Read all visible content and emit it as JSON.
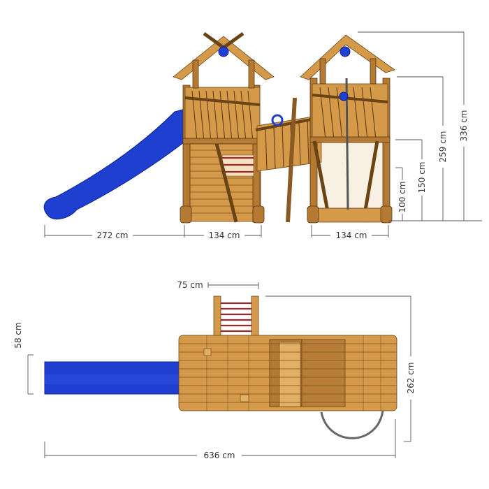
{
  "dimensions": {
    "side_view": {
      "slide_length": "272 cm",
      "tower1_width": "134 cm",
      "tower2_width": "134 cm",
      "height_total": "336 cm",
      "height_roof_eave": "259 cm",
      "height_platform": "150 cm",
      "height_bridge": "100 cm"
    },
    "top_view": {
      "ladder_width": "75 cm",
      "slide_width": "58 cm",
      "depth": "262 cm",
      "total_length": "636 cm"
    }
  },
  "colors": {
    "wood": "#d49a4a",
    "wood_dark": "#b47a34",
    "slide_blue": "#1f3fd0",
    "ladder_rungs": "#9b2a2a",
    "dimension_lines": "#555555"
  },
  "icons": {
    "roof_emblem": "crest-icon",
    "steering_wheel": "steering-wheel-icon",
    "telescope": "telescope-icon"
  }
}
